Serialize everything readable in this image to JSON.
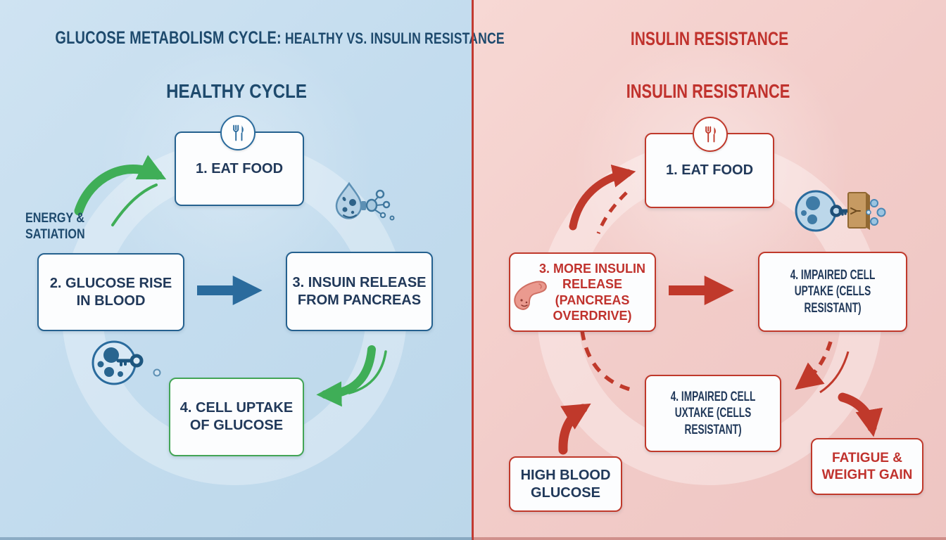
{
  "header": {
    "title_main": "GLUCOSE METABOLISM CYCLE:",
    "title_sub": " HEALTHY VS. INSULIN RESISTANCE",
    "right_title": "INSULIN RESISTANCE"
  },
  "healthy": {
    "subtitle": "HEALTHY CYCLE",
    "side_label": "ENERGY & SATIATION",
    "boxes": {
      "eat_food": "1. EAT FOOD",
      "glucose_rise": "2. GLUCOSE RISE IN BLOOD",
      "insulin_release": "3. INSUIN RELEASE FROM PANCREAS",
      "cell_uptake": "4. CELL UPTAKE OF GLUCOSE"
    },
    "icons": [
      "fork-knife-icon",
      "insulin-droplet-icon",
      "cell-key-icon"
    ]
  },
  "resistance": {
    "subtitle": "INSULIN RESISTANCE",
    "boxes": {
      "eat_food": "1. EAT FOOD",
      "more_insulin": "3. MORE INSULIN RELEASE (PANCREAS OVERDRIVE)",
      "impaired_uptake": "4. IMPAIRED CELL UPTAKE (CELLS RESISTANT)",
      "impaired_uxtake": "4. IMPAIRED CELL UXTAKE (CELLS RESISTANT)",
      "high_blood_glucose": "HIGH BLOOD GLUCOSE",
      "fatigue": "FATIGUE & WEIGHT GAIN"
    },
    "icons": [
      "fork-knife-icon",
      "pancreas-icon",
      "cell-locked-door-icon"
    ]
  },
  "colors": {
    "left_bg": "#c3dcee",
    "right_bg": "#f2ccc9",
    "navy_text": "#21395a",
    "blue_border": "#25618f",
    "blue_arrow": "#2a6b9d",
    "green": "#3fae57",
    "red": "#c0392b",
    "divider": "#c23a31"
  }
}
